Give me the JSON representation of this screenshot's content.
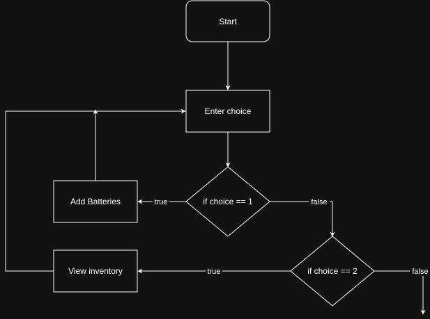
{
  "nodes": {
    "start": "Start",
    "enter_choice": "Enter choice",
    "if_choice_1": "if choice == 1",
    "add_batteries": "Add Batteries",
    "if_choice_2": "if choice == 2",
    "view_inventory": "View inventory"
  },
  "edges": {
    "choice1_true": "true",
    "choice1_false": "false",
    "choice2_true": "true",
    "choice2_false": "false"
  },
  "colors": {
    "background": "#121212",
    "stroke": "#ffffff",
    "text": "#ffffff"
  }
}
